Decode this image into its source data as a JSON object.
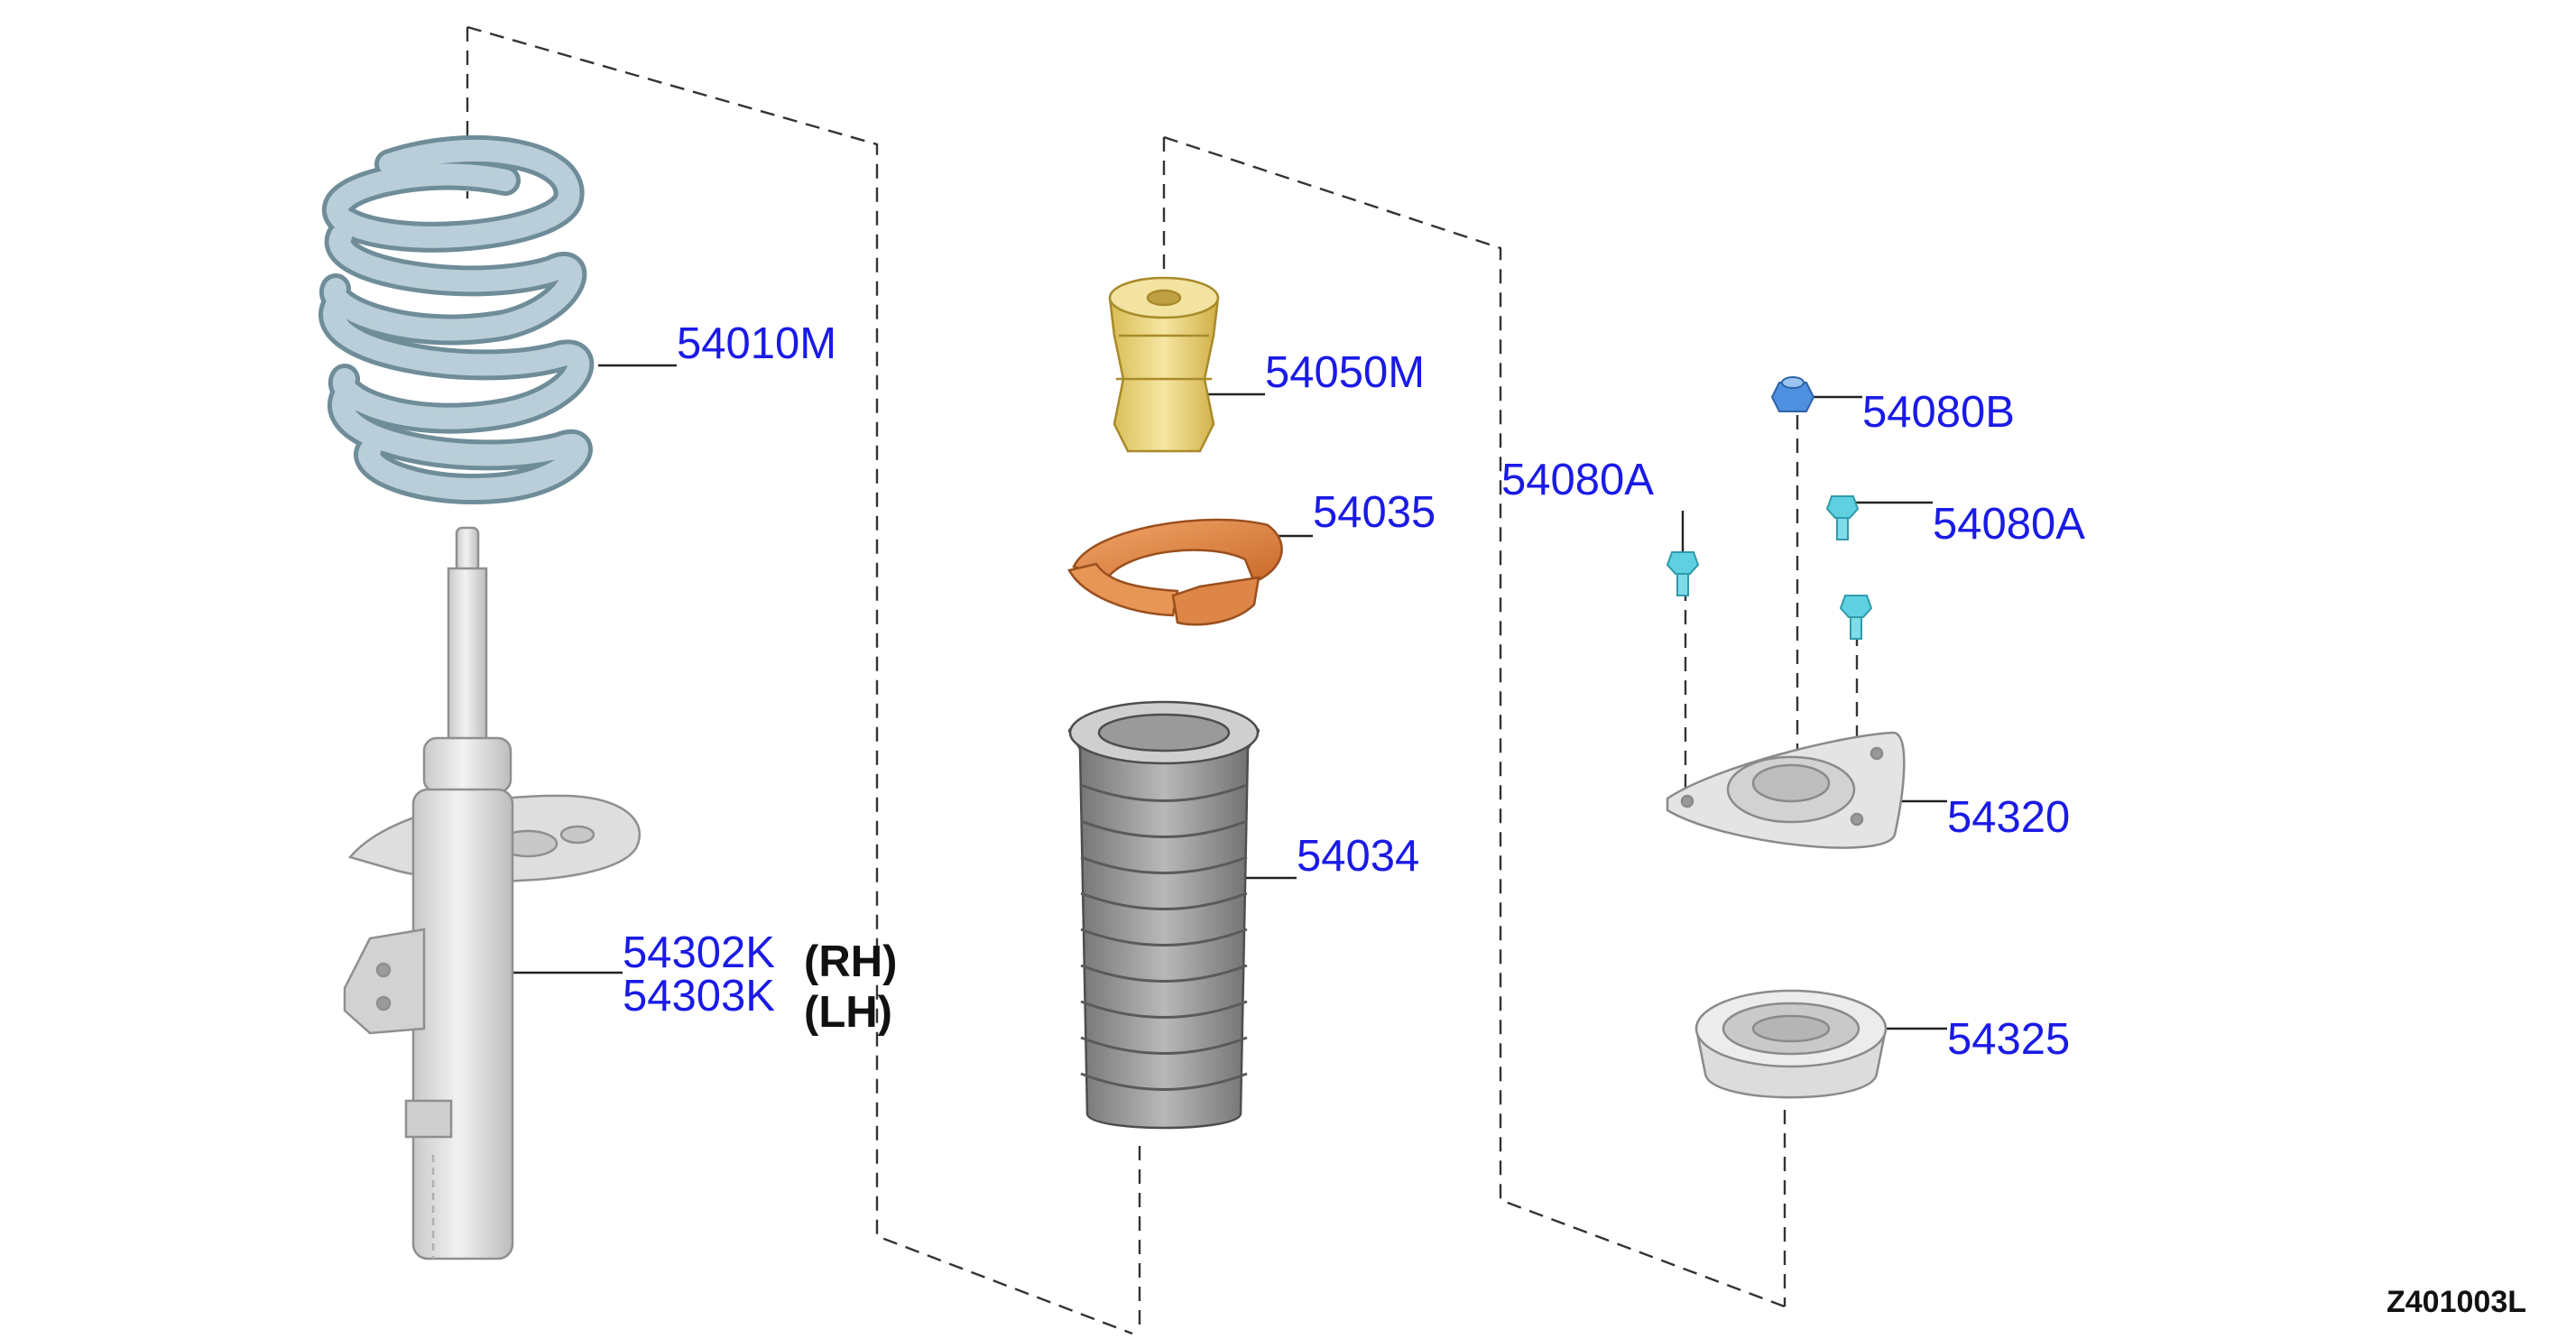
{
  "diagram": {
    "drawing_code": "Z401003L",
    "colors": {
      "label": "#1a1ae6",
      "spring": "#a9c0cc",
      "bump_stop": "#e8d27a",
      "spring_seat": "#e0894a",
      "boot": "#8c8c8c",
      "metal": "#d7d7d7",
      "bolt": "#5ed0e0",
      "nut": "#4f8fe0"
    },
    "parts": [
      {
        "id": "coil_spring",
        "label": "54010M",
        "icon": "coil-spring-icon"
      },
      {
        "id": "strut_rh",
        "label": "54302K",
        "side": "(RH)",
        "icon": "strut-assembly-icon"
      },
      {
        "id": "strut_lh",
        "label": "54303K",
        "side": "(LH)",
        "icon": "strut-assembly-icon"
      },
      {
        "id": "bump_stop",
        "label": "54050M",
        "icon": "bump-stop-icon"
      },
      {
        "id": "spring_seat",
        "label": "54035",
        "icon": "spring-seat-icon"
      },
      {
        "id": "dust_boot",
        "label": "54034",
        "icon": "dust-boot-icon"
      },
      {
        "id": "bolt_left",
        "label": "54080A",
        "icon": "bolt-icon"
      },
      {
        "id": "nut",
        "label": "54080B",
        "icon": "nut-icon"
      },
      {
        "id": "bolt_right",
        "label": "54080A",
        "icon": "bolt-icon"
      },
      {
        "id": "mount_insulator",
        "label": "54320",
        "icon": "mount-insulator-icon"
      },
      {
        "id": "mount_bearing",
        "label": "54325",
        "icon": "mount-bearing-icon"
      }
    ]
  }
}
